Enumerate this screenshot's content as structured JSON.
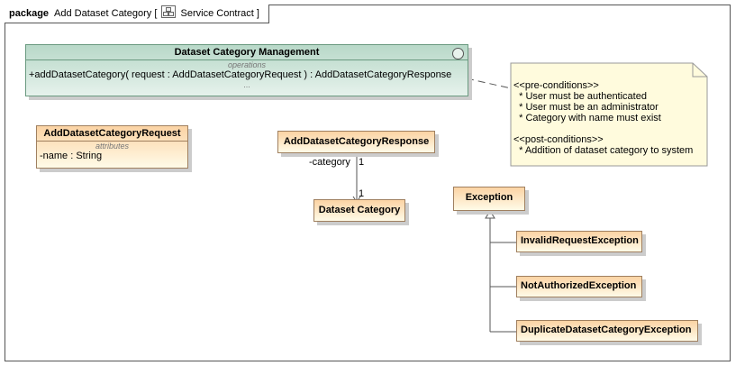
{
  "frame": {
    "keyword": "package",
    "name": "Add Dataset Category",
    "open_bracket": "[",
    "stereotype_icon": "diagram-icon",
    "diagram_type": "Service Contract",
    "close_bracket": "]"
  },
  "management": {
    "title": "Dataset Category Management",
    "section": "operations",
    "operation": "+addDatasetCategory( request : AddDatasetCategoryRequest ) : AddDatasetCategoryResponse",
    "ellipsis": "...",
    "interface_icon": "circle-icon"
  },
  "note": {
    "text": "<<pre-conditions>>\n  * User must be authenticated\n  * User must be an administrator\n  * Category with name must exist\n\n<<post-conditions>>\n  * Addition of dataset category to system"
  },
  "request_class": {
    "title": "AddDatasetCategoryRequest",
    "section": "attributes",
    "attribute": "-name : String"
  },
  "response_class": {
    "title": "AddDatasetCategoryResponse"
  },
  "category_class": {
    "title": "Dataset Category"
  },
  "association": {
    "role": "-category",
    "source_multiplicity": "1",
    "target_multiplicity": "1"
  },
  "exception": {
    "title": "Exception"
  },
  "subclasses": [
    {
      "title": "InvalidRequestException"
    },
    {
      "title": "NotAuthorizedException"
    },
    {
      "title": "DuplicateDatasetCategoryException"
    }
  ],
  "colors": {
    "class_fill_top": "#fbd3a4",
    "class_fill_bottom": "#fffbe8",
    "interface_fill_top": "#b8d8c8",
    "note_fill": "#fffbdd"
  }
}
